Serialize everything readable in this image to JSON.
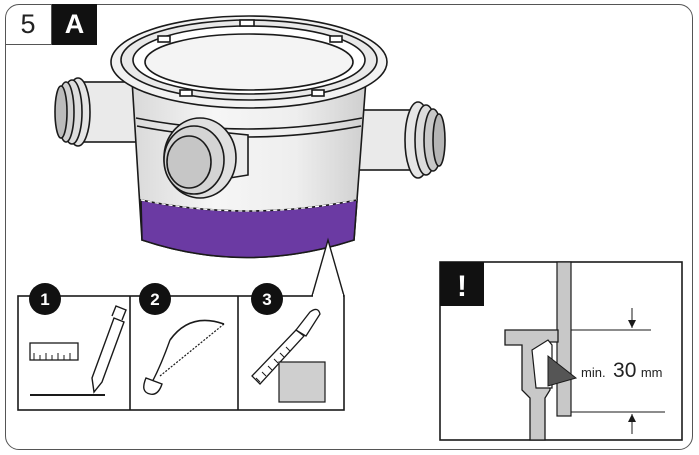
{
  "header": {
    "step_number": "5",
    "variant": "A"
  },
  "tools": [
    {
      "number": "1",
      "name": "ruler-pencil"
    },
    {
      "number": "2",
      "name": "hacksaw"
    },
    {
      "number": "3",
      "name": "file-sandpaper"
    }
  ],
  "warning": {
    "icon": "!",
    "min_label": "min.",
    "min_value": "30",
    "unit": "mm"
  },
  "colors": {
    "cut_zone": "#6b3aa3",
    "outline": "#1a1a1a",
    "gray": "#c8c8c8",
    "badge": "#111111"
  }
}
